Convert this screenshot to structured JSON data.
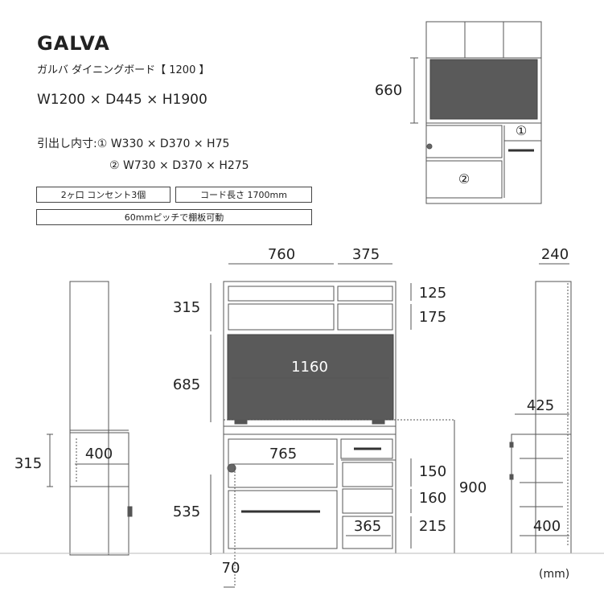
{
  "product": {
    "name": "GALVA",
    "subtitle": "ガルバ ダイニングボード【 1200 】",
    "size": "W1200 × D445 × H1900"
  },
  "drawer_inner": {
    "line1": "引出し内寸:① W330 × D370 × H75",
    "line2": "② W730 × D370 × H275"
  },
  "features": {
    "outlet": "2ヶ口 コンセント3個",
    "cord": "コード長さ 1700mm",
    "shelf": "60mmピッチで棚板可動"
  },
  "thumb": {
    "height": "660",
    "drawer1": "①",
    "drawer2": "②"
  },
  "dims": {
    "top_left_w": "760",
    "top_right_w": "375",
    "upper_h": "315",
    "shelf1_h": "125",
    "shelf2_h": "175",
    "glass_h": "685",
    "glass_w": "1160",
    "counter_w": "765",
    "counter_h": "900",
    "base_h": "535",
    "d1_h": "150",
    "d2_h": "160",
    "d3_h": "215",
    "inner_w": "365",
    "knob_offset": "70",
    "side_depth_top": "240",
    "side_depth_mid": "425",
    "side_depth_bottom": "400",
    "left_side_w": "400",
    "left_side_h": "315"
  },
  "unit": "(mm)",
  "colors": {
    "line": "#555555",
    "glass": "#5a5a5a",
    "text": "#222222"
  }
}
